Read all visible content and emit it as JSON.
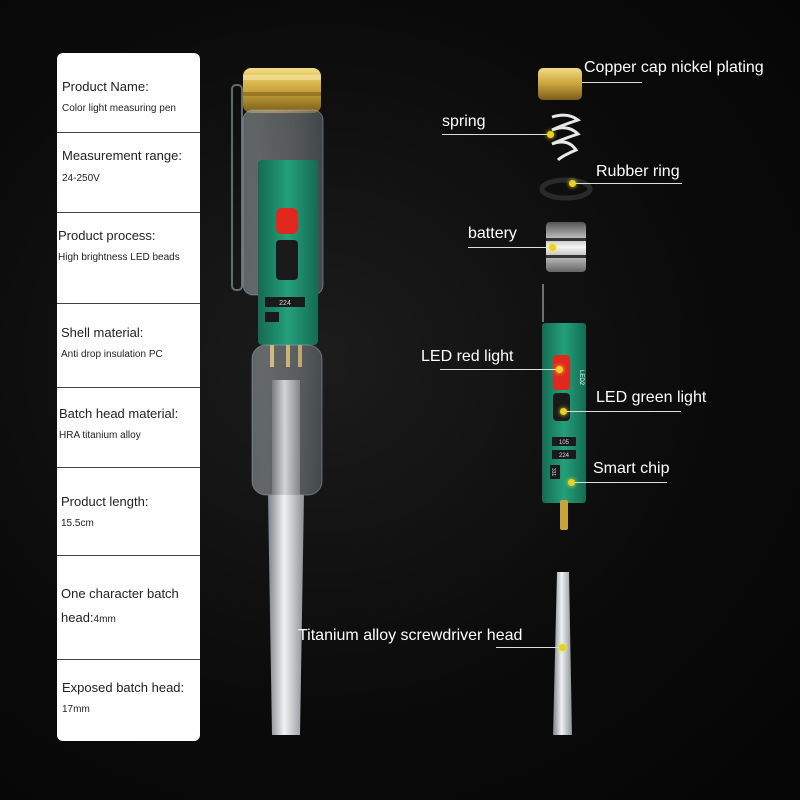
{
  "specs": [
    {
      "label": "Product Name:",
      "value": "Color light measuring pen"
    },
    {
      "label": "Measurement range:",
      "value": "24-250V"
    },
    {
      "label": "Product process:",
      "value": "High brightness LED beads"
    },
    {
      "label": "Shell material:",
      "value": "Anti drop insulation PC"
    },
    {
      "label": "Batch head material:",
      "value": "HRA titanium alloy"
    },
    {
      "label": "Product length:",
      "value": "15.5cm"
    },
    {
      "label": "One character batch",
      "label2": "head:",
      "value": "4mm"
    },
    {
      "label": "Exposed batch head:",
      "value": "17mm"
    }
  ],
  "parts": {
    "copper_cap": "Copper cap nickel plating",
    "spring": "spring",
    "rubber_ring": "Rubber ring",
    "battery": "battery",
    "led_red": "LED red light",
    "led_green": "LED green light",
    "smart_chip": "Smart chip",
    "screwdriver_head": "Titanium alloy screwdriver head"
  },
  "board_marks": {
    "chip1": "224",
    "chip2": "105",
    "chip3": "224",
    "chip4": "331",
    "led_label": "LED2"
  },
  "colors": {
    "pcb_green": "#1f8a6a",
    "cap_gold": "#c9a43a",
    "led_red": "#e0281e",
    "dot_yellow": "#e8d21e"
  }
}
